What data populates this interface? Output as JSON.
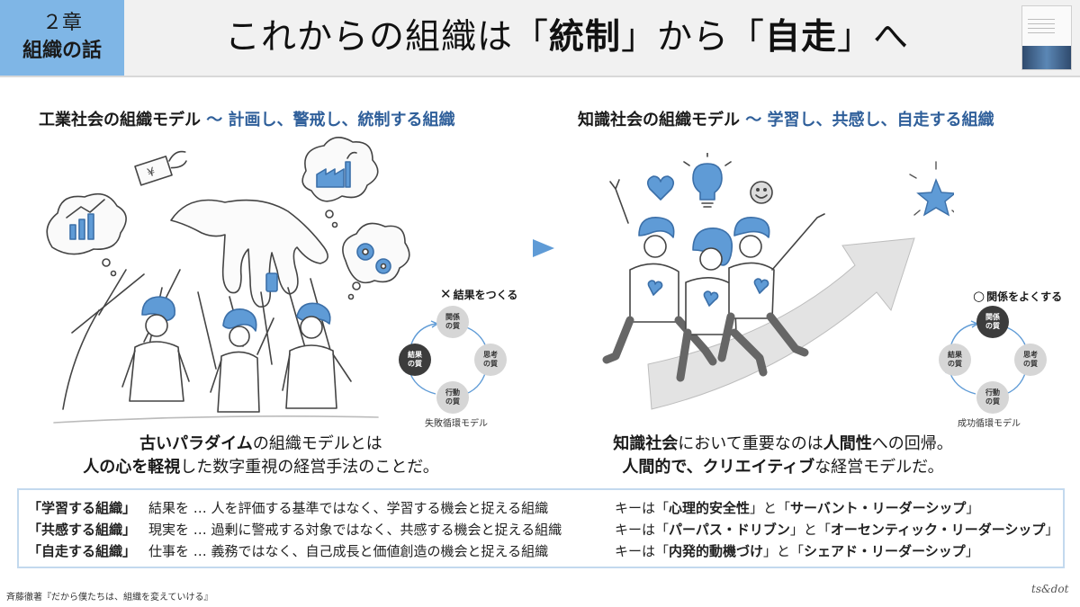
{
  "header": {
    "chapter_line1": "２章",
    "chapter_line2": "組織の話",
    "title_part1": "これからの組織は「",
    "title_strong1": "統制",
    "title_part2": "」から「",
    "title_strong2": "自走",
    "title_part3": "」へ"
  },
  "left": {
    "heading": "工業社会の組織モデル",
    "heading_sub": "〜 計画し、警戒し、統制する組織",
    "cycle_mark": "✕",
    "cycle_title": "結果をつくる",
    "cycle_caption": "失敗循環モデル",
    "caption_l1_bold": "古いパラダイム",
    "caption_l1_rest": "の組織モデルとは",
    "caption_l2_bold": "人の心を軽視",
    "caption_l2_rest": "した数字重視の経営手法のことだ。"
  },
  "right": {
    "heading": "知識社会の組織モデル",
    "heading_sub": "〜 学習し、共感し、自走する組織",
    "cycle_mark": "○",
    "cycle_title": "関係をよくする",
    "cycle_caption": "成功循環モデル",
    "caption_l1_bold1": "知識社会",
    "caption_l1_mid": "において重要なのは",
    "caption_l1_bold2": "人間性",
    "caption_l1_rest": "への回帰。",
    "caption_l2_bold": "人間的で、クリエイティブ",
    "caption_l2_rest": "な経営モデルだ。"
  },
  "cycle_nodes": {
    "relation_1": "関係",
    "relation_2": "の質",
    "thinking_1": "思考",
    "thinking_2": "の質",
    "action_1": "行動",
    "action_2": "の質",
    "result_1": "結果",
    "result_2": "の質"
  },
  "table": [
    {
      "label": "「学習する組織」",
      "desc": "結果を … 人を評価する基準ではなく、学習する機会と捉える組織",
      "key_pre": "キーは「",
      "key_1": "心理的安全性",
      "key_mid": "」と「",
      "key_2": "サーバント・リーダーシップ",
      "key_post": "」"
    },
    {
      "label": "「共感する組織」",
      "desc": "現実を … 過剰に警戒する対象ではなく、共感する機会と捉える組織",
      "key_pre": "キーは「",
      "key_1": "パーパス・ドリブン",
      "key_mid": "」と「",
      "key_2": "オーセンティック・リーダーシップ",
      "key_post": "」"
    },
    {
      "label": "「自走する組織」",
      "desc": "仕事を … 義務ではなく、自己成長と価値創造の機会と捉える組織",
      "key_pre": "キーは「",
      "key_1": "内発的動機づけ",
      "key_mid": "」と「",
      "key_2": "シェアド・リーダーシップ",
      "key_post": "」"
    }
  ],
  "footer": {
    "source": "斉藤徹著『だから僕たちは、組織を変えていける』",
    "logo": "ts&dot"
  },
  "colors": {
    "accent_blue": "#7fb6e6",
    "heading_blue": "#2f5f9a",
    "figure_blue": "#5f9bd6"
  },
  "icons": [
    "puppet-hand-icon",
    "chart-thought-icon",
    "money-thought-icon",
    "factory-thought-icon",
    "gears-thought-icon",
    "star-icon",
    "lightbulb-icon",
    "heart-icon",
    "smile-icon",
    "play-arrow-icon"
  ]
}
